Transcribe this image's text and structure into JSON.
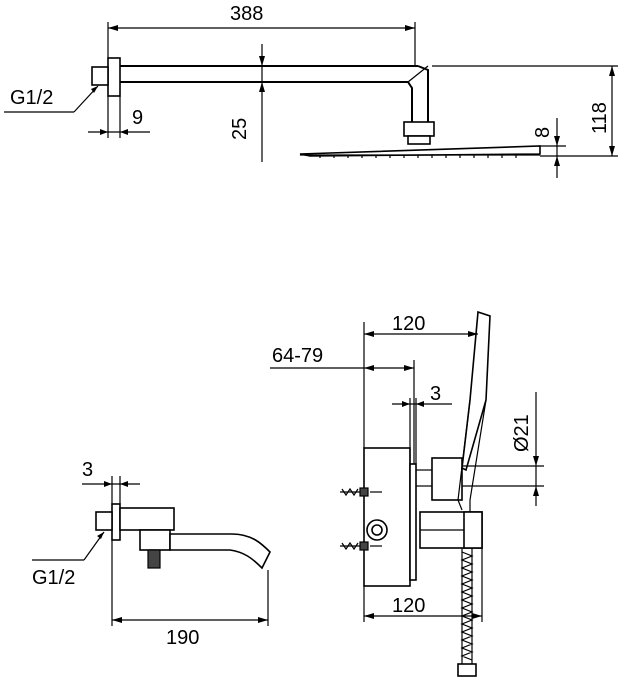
{
  "dimensions": {
    "arm_length": "388",
    "thread_top": "G1/2",
    "flange_9": "9",
    "arm_drop_25": "25",
    "head_thickness_8": "8",
    "overall_height_118": "118",
    "mixer_depth_120_top": "120",
    "depth_range": "64-79",
    "plate_3_mixer": "3",
    "hose_diameter": "Ø21",
    "mixer_depth_120_bottom": "120",
    "spout_plate_3": "3",
    "thread_bottom": "G1/2",
    "spout_length": "190"
  }
}
